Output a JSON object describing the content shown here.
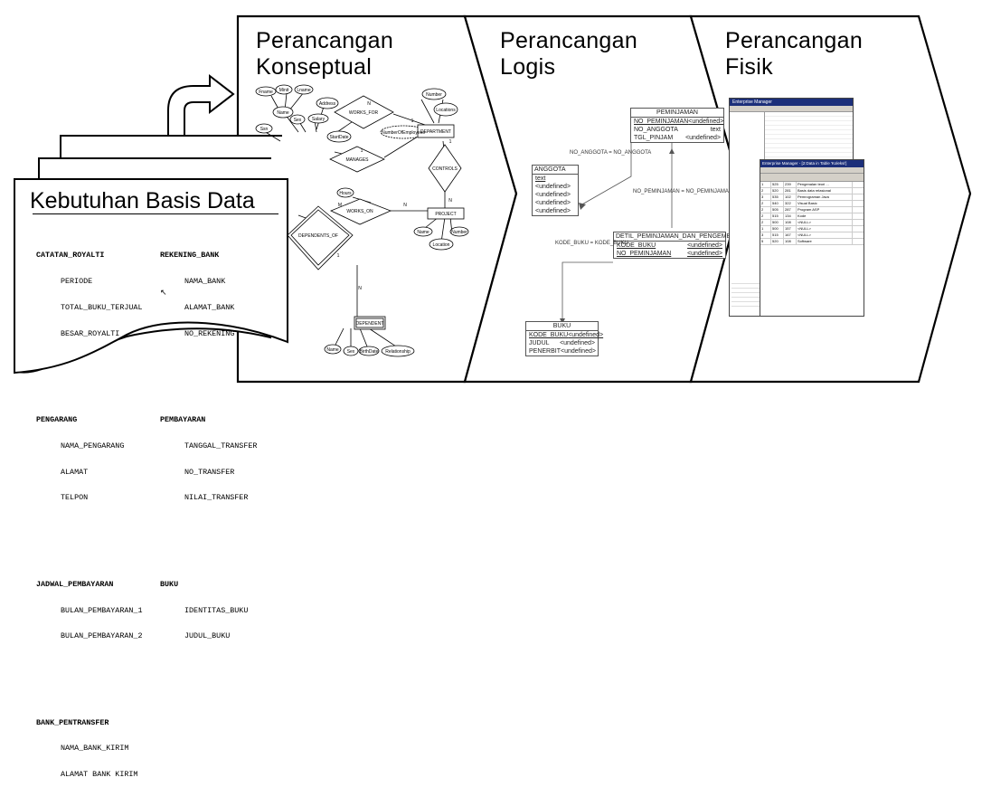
{
  "stages": {
    "conceptual": "Perancangan\nKonseptual",
    "logical": "Perancangan\nLogis",
    "physical": "Perancangan\nFisik"
  },
  "requirements": {
    "title": "Kebutuhan Basis Data",
    "groups_left": [
      {
        "heading": "CATATAN_ROYALTI",
        "items": [
          "PERIODE",
          "TOTAL_BUKU_TERJUAL",
          "BESAR_ROYALTI"
        ]
      },
      {
        "heading": "PENGARANG",
        "items": [
          "NAMA_PENGARANG",
          "ALAMAT",
          "TELPON"
        ]
      },
      {
        "heading": "JADWAL_PEMBAYARAN",
        "items": [
          "BULAN_PEMBAYARAN_1",
          "BULAN_PEMBAYARAN_2"
        ]
      },
      {
        "heading": "BANK_PENTRANSFER",
        "items": [
          "NAMA_BANK_KIRIM",
          "ALAMAT BANK KIRIM"
        ]
      }
    ],
    "groups_right": [
      {
        "heading": "REKENING_BANK",
        "items": [
          "NAMA_BANK",
          "ALAMAT_BANK",
          "NO_REKENING"
        ]
      },
      {
        "heading": "PEMBAYARAN",
        "items": [
          "TANGGAL_TRANSFER",
          "NO_TRANSFER",
          "NILAI_TRANSFER"
        ]
      },
      {
        "heading": "BUKU",
        "items": [
          "IDENTITAS_BUKU",
          "JUDUL_BUKU"
        ]
      }
    ]
  },
  "er": {
    "attributes": [
      "Fname",
      "Minit",
      "Lname",
      "Name",
      "Address",
      "Sex",
      "Salary",
      "Ssn",
      "StartDate",
      "Number",
      "Locations",
      "NumberOfEmployees",
      "Hours",
      "Name",
      "Location",
      "Number",
      "Name",
      "Sex",
      "BirthDate",
      "Relationship"
    ],
    "relationships": [
      "WORKS_FOR",
      "MANAGES",
      "CONTROLS",
      "WORKS_ON",
      "DEPENDENTS_OF"
    ],
    "entities": [
      "DEPARTMENT",
      "PROJECT",
      "DEPENDENT"
    ],
    "cardinalities": [
      "N",
      "1",
      "1",
      "1",
      "N",
      "M",
      "N",
      "1",
      "N"
    ]
  },
  "logical": {
    "tables": [
      {
        "name": "PEMINJAMAN",
        "rows": [
          [
            "NO_PEMINJAMAN",
            "<undefined>"
          ],
          [
            "NO_ANGGOTA",
            "text"
          ],
          [
            "TGL_PINJAM",
            "<undefined>"
          ]
        ]
      },
      {
        "name": "ANGGOTA",
        "rows": [
          [
            "text",
            ""
          ],
          [
            "<undefined>",
            ""
          ],
          [
            "<undefined>",
            ""
          ],
          [
            "<undefined>",
            ""
          ],
          [
            "<undefined>",
            ""
          ]
        ]
      },
      {
        "name": "DETIL_PEMINJAMAN_DAN_PENGEMBALI",
        "rows": [
          [
            "KODE_BUKU",
            "<undefined>"
          ],
          [
            "NO_PEMINJAMAN",
            "<undefined>"
          ]
        ]
      },
      {
        "name": "BUKU",
        "rows": [
          [
            "KODE_BUKU",
            "<undefined>"
          ],
          [
            "JUDUL",
            "<undefined>"
          ],
          [
            "PENERBIT",
            "<undefined>"
          ]
        ]
      }
    ],
    "relations": [
      "NO_ANGGOTA = NO_ANGGOTA",
      "NO_PEMINJAMAN = NO_PEMINJAMAN",
      "KODE_BUKU = KODE_BUKU"
    ]
  },
  "physical": {
    "window_title_back": "Enterprise Manager",
    "window_title_front": "Enterprise Manager - [2:Data in Table 'Koleksi']",
    "rows": [
      [
        "1",
        "525",
        "239",
        "Pengenalan teori ..."
      ],
      [
        "2",
        "520",
        "281",
        "Basis data relasional"
      ],
      [
        "3",
        "535",
        "102",
        "Pemrograman Java"
      ],
      [
        "2",
        "540",
        "322",
        "Visual Basic"
      ],
      [
        "2",
        "505",
        "287",
        "Program ASP"
      ],
      [
        "2",
        "515",
        "134",
        "Kode"
      ],
      [
        "2",
        "500",
        "108",
        "<NULL>"
      ],
      [
        "1",
        "500",
        "157",
        "<NULL>"
      ],
      [
        "3",
        "515",
        "167",
        "<NULL>"
      ],
      [
        "5",
        "520",
        "108",
        "Software"
      ]
    ]
  }
}
